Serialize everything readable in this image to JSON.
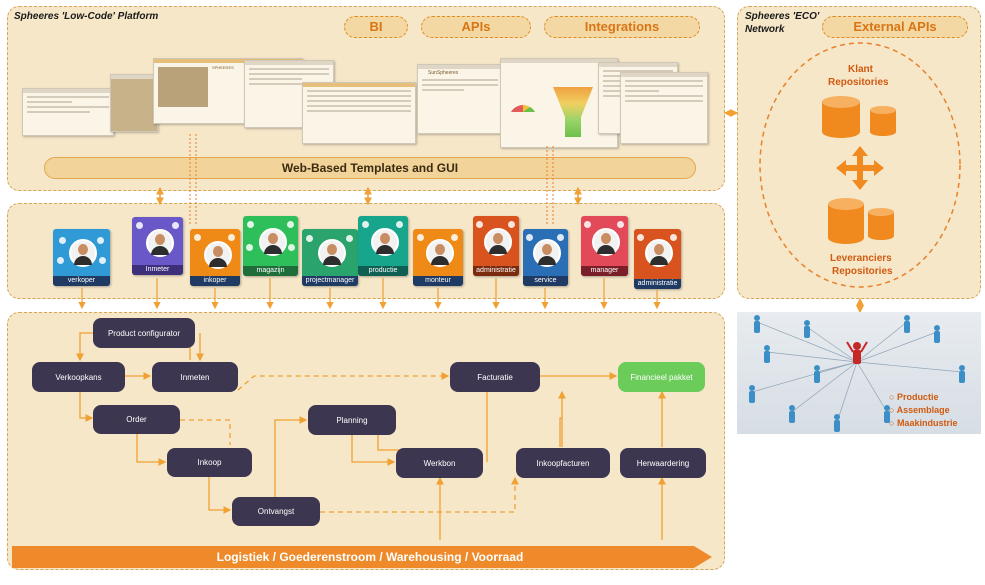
{
  "platform": {
    "title": "Spheeres 'Low-Code' Platform",
    "pills": [
      "BI",
      "APIs",
      "Integrations"
    ],
    "templates_label": "Web-Based Templates and GUI",
    "screenshot_brands": [
      "SPHEERES",
      "SunSpheeres"
    ]
  },
  "eco": {
    "title_line1": "Spheeres 'ECO'",
    "title_line2": "Network",
    "external_apis": "External APIs",
    "klant_line1": "Klant",
    "klant_line2": "Repositories",
    "lev_line1": "Leveranciers",
    "lev_line2": "Repositories"
  },
  "roles": [
    "verkoper",
    "Inmeter",
    "inkoper",
    "magazijn",
    "projectmanager",
    "productie",
    "monteur",
    "administratie",
    "service",
    "manager",
    "administratie"
  ],
  "process": {
    "nodes": {
      "product_configurator": "Product configurator",
      "verkoopkans": "Verkoopkans",
      "inmeten": "Inmeten",
      "order": "Order",
      "inkoop": "Inkoop",
      "ontvangst": "Ontvangst",
      "planning": "Planning",
      "werkbon": "Werkbon",
      "facturatie": "Facturatie",
      "inkoopfacturen": "Inkoopfacturen",
      "herwaardering": "Herwaardering",
      "financieel_pakket": "Financieel pakket"
    },
    "banner": "Logistiek / Goederenstroom / Warehousing / Voorraad"
  },
  "network": {
    "bullets": [
      "Productie",
      "Assemblage",
      "Maakindustrie"
    ]
  },
  "colors": {
    "accent": "#e8812a",
    "node": "#3d3651",
    "green_node": "#6ccc5a",
    "panel": "#f6e7c9"
  }
}
